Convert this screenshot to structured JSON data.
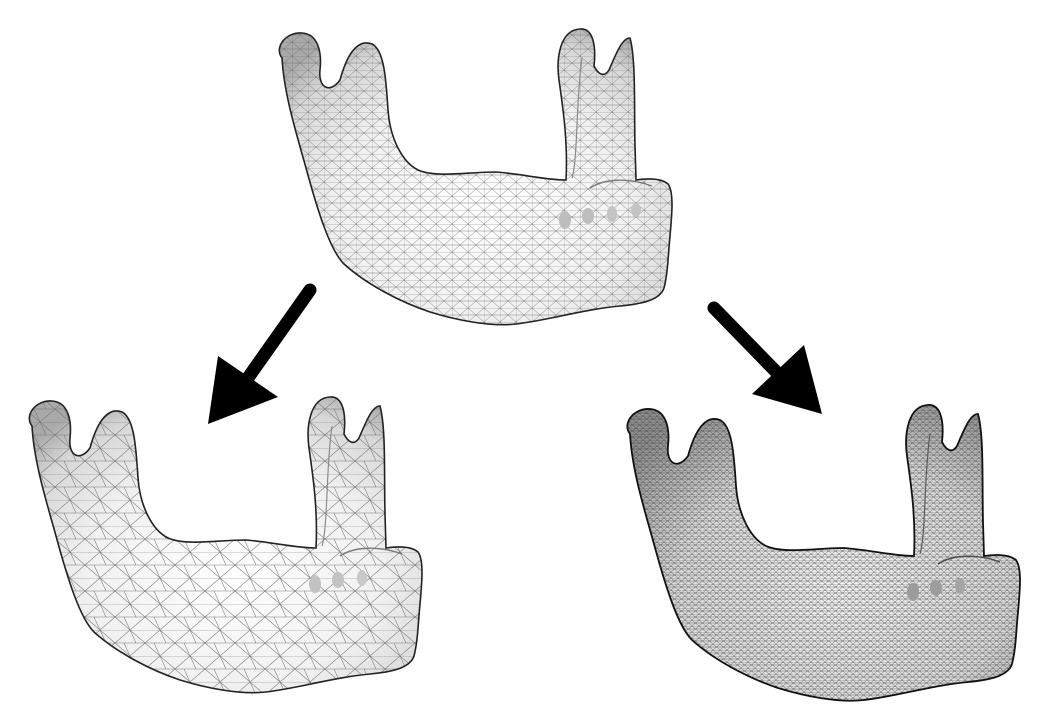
{
  "figure": {
    "background": "#ffffff",
    "nodes": [
      {
        "id": "original",
        "label": "",
        "mesh_density": "medium",
        "shading": "#e6e6e6"
      },
      {
        "id": "coarse",
        "label": "",
        "mesh_density": "coarse",
        "shading": "#e9e9e9"
      },
      {
        "id": "fine",
        "label": "",
        "mesh_density": "fine",
        "shading": "#d4d4d4"
      }
    ],
    "arrows": [
      {
        "from": "original",
        "to": "coarse",
        "color": "#000000"
      },
      {
        "from": "original",
        "to": "fine",
        "color": "#000000"
      }
    ]
  }
}
